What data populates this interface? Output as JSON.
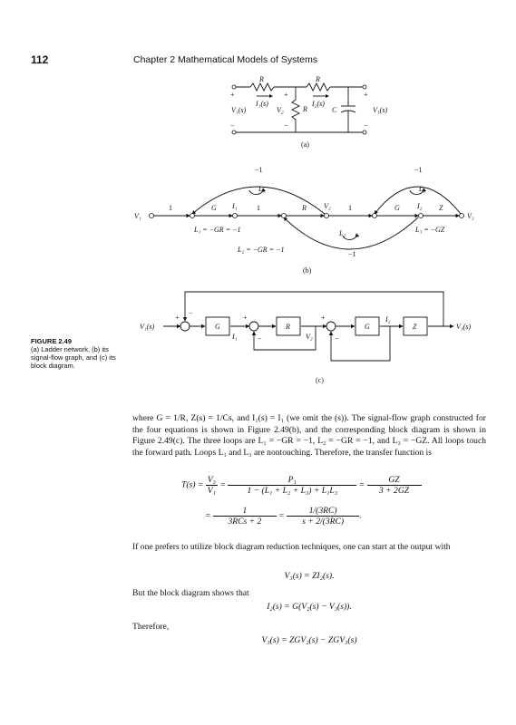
{
  "header": {
    "page_number": "112",
    "chapter_title": "Chapter 2   Mathematical Models of Systems"
  },
  "figure_a": {
    "label": "(a)",
    "resistor1": "R",
    "resistor2": "R",
    "resistor_shunt": "R",
    "capacitor": "C",
    "current1": "I₁(s)",
    "current2": "I₂(s)",
    "input_voltage": "V₁(s)",
    "middle_voltage": "V₂",
    "output_voltage": "V₃(s)",
    "plus": "+",
    "minus": "−"
  },
  "figure_b": {
    "label": "(b)",
    "nodes": {
      "input": "V₁",
      "output": "V₃",
      "i1": "I₁",
      "v2": "V₂",
      "i2": "I₂"
    },
    "gains": {
      "g1": "1",
      "g2": "G",
      "g3": "1",
      "g4": "R",
      "g5": "1",
      "g6": "G",
      "g7": "Z"
    },
    "feedback_gains": {
      "top_left": "−1",
      "top_right": "−1",
      "bottom": "−1"
    },
    "loops": {
      "l1_symbol": "L₁",
      "l2_symbol": "L₂",
      "l3_symbol": "L₃",
      "l1_eq": "L₁ = −GR = −1",
      "l2_eq": "L₂ = −GR = −1",
      "l3_eq": "L₃ = −GZ"
    }
  },
  "figure_c": {
    "label": "(c)",
    "input": "V₁(s)",
    "output": "V₃(s)",
    "block1": "G",
    "block2": "R",
    "block3": "G",
    "block4": "Z",
    "signal_i1": "I₁",
    "signal_v2": "V₂",
    "signal_i2": "I₂",
    "plus": "+",
    "minus": "−"
  },
  "caption": {
    "title": "FIGURE 2.49",
    "text": "(a) Ladder network, (b) its signal-flow graph, and (c) its block diagram."
  },
  "body": {
    "para1": "where G = 1/R, Z(s) = 1/Cs, and I₁(s) = I₁ (we omit the (s)). The signal-flow graph constructed for the four equations is shown in Figure 2.49(b), and the corresponding block diagram is shown in Figure 2.49(c). The three loops are L₁ = −GR = −1, L₂ = −GR = −1, and L₃ = −GZ. All loops touch the forward path. Loops L₁ and L₃ are nontouching. Therefore, the transfer function is",
    "eq_lhs": "T(s) =",
    "eq_f1_num": "V₃",
    "eq_f1_den": "V₁",
    "eq_eq": "=",
    "eq_f2_num": "P₁",
    "eq_f2_den": "1 − (L₁ + L₂ + L₃) + L₁L₃",
    "eq_f3_num": "GZ",
    "eq_f3_den": "3 + 2GZ",
    "eq2_f1_num": "1",
    "eq2_f1_den": "3RCs + 2",
    "eq2_f2_num": "1/(3RC)",
    "eq2_f2_den": "s + 2/(3RC)",
    "eq2_end": ".",
    "para2": "If one prefers to utilize block diagram reduction techniques, one can start at the output with",
    "eq3": "V₃(s) = ZI₂(s).",
    "para3": "But the block diagram shows that",
    "eq4": "I₂(s) = G(V₂(s) − V₃(s)).",
    "para4": "Therefore,",
    "eq5": "V₃(s) = ZGV₂(s) − ZGV₃(s)"
  }
}
